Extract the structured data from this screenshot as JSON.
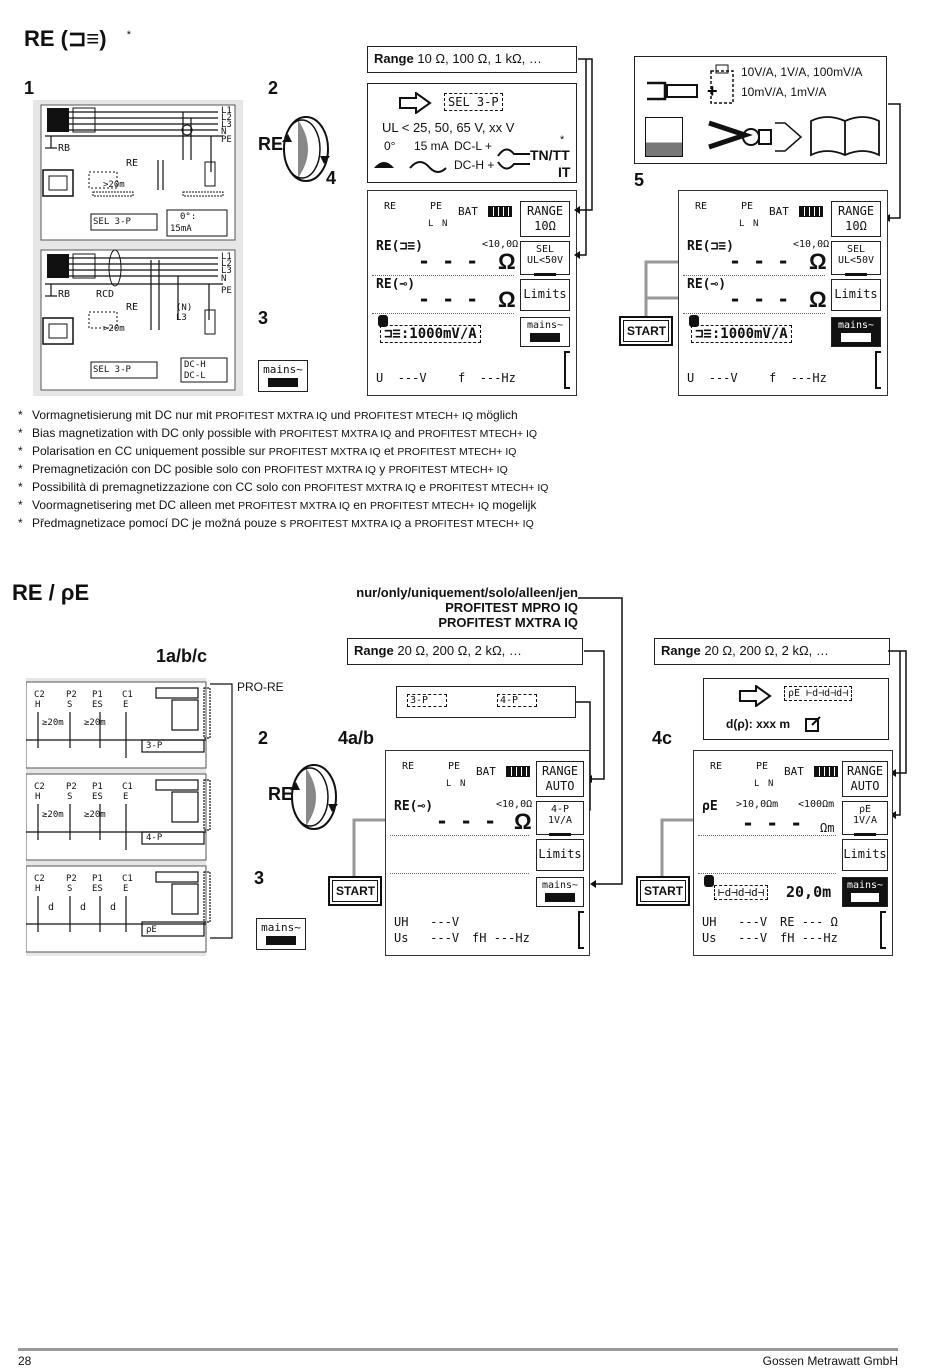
{
  "section1": {
    "title": "RE (⊐≡)",
    "title_star": "*",
    "step1": "1",
    "step2": "2",
    "step3": "3",
    "step4": "4",
    "step5": "5",
    "re_label": "RE",
    "range_box": {
      "bold": "Range",
      "text": " 10 Ω, 100 Ω, 1 kΩ, …"
    },
    "config_box": {
      "sel_label": "SEL 3-P",
      "ul_line": "UL < 25, 50, 65 V,  xx V",
      "zero_deg": "0°",
      "current": "15 mA",
      "dcl": "DC-L +",
      "dch": "DC-H +",
      "star": "*",
      "tntt": "TN/TT",
      "it": "IT"
    },
    "clamp_box": {
      "ranges1": "10V/A, 1V/A, 100mV/A",
      "ranges2": "10mV/A, 1mV/A"
    },
    "wiring_top": {
      "l1": "L1",
      "l2": "L2",
      "l3": "L3",
      "n": "N",
      "pe": "PE",
      "rb": "RB",
      "re": "RE",
      "dist": ">20m",
      "sel": "SEL 3-P",
      "zero": "0°:",
      "ma": "15mA"
    },
    "wiring_bot": {
      "l1": "L1",
      "l2": "L2",
      "l3": "L3",
      "n": "N",
      "pe": "PE",
      "rb": "RB",
      "rcd": "RCD",
      "re": "RE",
      "nl3": "(N) L3",
      "dist": ">20m",
      "sel": "SEL 3-P",
      "dch": "DC-H",
      "dcl": "DC-L"
    },
    "mains_key": "mains~",
    "screen": {
      "re": "RE",
      "pe": "PE",
      "l": "L",
      "n": "N",
      "bat": "BAT",
      "range_key": "RANGE",
      "range_val": "10Ω",
      "re_clamp": "RE(⊐≡)",
      "limit": "<10,0Ω",
      "dashes": "- - -",
      "ohm": "Ω",
      "sel_key1": "SEL",
      "sel_key2": "UL<50V",
      "re_probe": "RE(⊸)",
      "limits_key": "Limits",
      "clamp_val": "⊐≡:1000mV/A",
      "mains_key": "mains~",
      "u": "U",
      "u_val": "---V",
      "f": "f",
      "f_val": "---Hz"
    },
    "start": "START"
  },
  "notes": [
    {
      "pre": "Vormagnetisierung mit DC nur mit ",
      "p1": "PROFITEST MXTRA IQ",
      "mid": " und ",
      "p2": "PROFITEST MTECH+ IQ",
      "post": " möglich"
    },
    {
      "pre": "Bias magnetization with DC only possible with ",
      "p1": "PROFITEST MXTRA IQ",
      "mid": " and ",
      "p2": "PROFITEST MTECH+ IQ",
      "post": ""
    },
    {
      "pre": "Polarisation en CC uniquement possible sur ",
      "p1": "PROFITEST MXTRA IQ",
      "mid": " et ",
      "p2": "PROFITEST MTECH+ IQ",
      "post": ""
    },
    {
      "pre": "Premagnetización con DC posible solo con ",
      "p1": "PROFITEST MXTRA IQ",
      "mid": " y ",
      "p2": "PROFITEST MTECH+ IQ",
      "post": ""
    },
    {
      "pre": "Possibilità di premagnetizzazione con CC solo con ",
      "p1": "PROFITEST MXTRA IQ",
      "mid": " e ",
      "p2": "PROFITEST MTECH+ IQ",
      "post": ""
    },
    {
      "pre": "Voormagnetisering met DC alleen met ",
      "p1": "PROFITEST MXTRA IQ",
      "mid": " en ",
      "p2": "PROFITEST MTECH+ IQ",
      "post": " mogelijk"
    },
    {
      "pre": "Předmagnetizace pomocí DC je možná pouze s ",
      "p1": "PROFITEST MXTRA IQ",
      "mid": " a ",
      "p2": "PROFITEST MTECH+ IQ",
      "post": ""
    }
  ],
  "section2": {
    "title": "RE / ρE",
    "step1": "1a/b/c",
    "step2": "2",
    "step3": "3",
    "step4ab": "4a/b",
    "step4c": "4c",
    "pro_re": "PRO-RE",
    "re_label": "RE",
    "only_line1": "nur/only/uniquement/solo/alleen/jen",
    "only_line2": "PROFITEST MPRO IQ",
    "only_line3": "PROFITEST MXTRA IQ",
    "range_left": {
      "bold": "Range",
      "text": " 20 Ω, 200 Ω, 2 kΩ, …"
    },
    "range_right": {
      "bold": "Range",
      "text": " 20 Ω, 200 Ω, 2 kΩ, …"
    },
    "probe_box": {
      "p3": "3-P",
      "p4": "4-P"
    },
    "d_box": {
      "rho": "ρE",
      "dline": "d(ρ): xxx m"
    },
    "wiring": {
      "c2": "C2",
      "h": "H",
      "p2": "P2",
      "s": "S",
      "p1": "P1",
      "es": "ES",
      "c1": "C1",
      "e": "E",
      "dist": "≥20m",
      "d": "d",
      "k3p": "3-P",
      "k4p": "4-P",
      "krho": "ρE"
    },
    "mains_key": "mains~",
    "screen_a": {
      "re": "RE",
      "pe": "PE",
      "l": "L",
      "n": "N",
      "bat": "BAT",
      "range_key": "RANGE",
      "range_val": "AUTO",
      "re_probe": "RE(⊸)",
      "limit": "<10,0Ω",
      "dashes": "- - -",
      "ohm": "Ω",
      "key2a": "4-P",
      "key2b": "1V/A",
      "limits_key": "Limits",
      "mains_key": "mains~",
      "uh": "UH",
      "uh_val": "---V",
      "us": "Us",
      "us_val": "---V",
      "fh": "fH",
      "fh_val": "---Hz"
    },
    "screen_c": {
      "re": "RE",
      "pe": "PE",
      "l": "L",
      "n": "N",
      "bat": "BAT",
      "range_key": "RANGE",
      "range_val": "AUTO",
      "rho": "ρE",
      "lim1": ">10,0Ωm",
      "lim2": "<100Ωm",
      "dashes": "- - -",
      "ohm": "Ωm",
      "key2a": "ρE",
      "key2b": "1V/A",
      "limits_key": "Limits",
      "dist_val": "20,0m",
      "mains_key": "mains~",
      "uh": "UH",
      "uh_val": "---V",
      "re2": "RE",
      "re2_val": "--- Ω",
      "us": "Us",
      "us_val": "---V",
      "fh": "fH",
      "fh_val": "---Hz"
    },
    "start": "START"
  },
  "footer": {
    "page": "28",
    "company": "Gossen Metrawatt GmbH"
  }
}
